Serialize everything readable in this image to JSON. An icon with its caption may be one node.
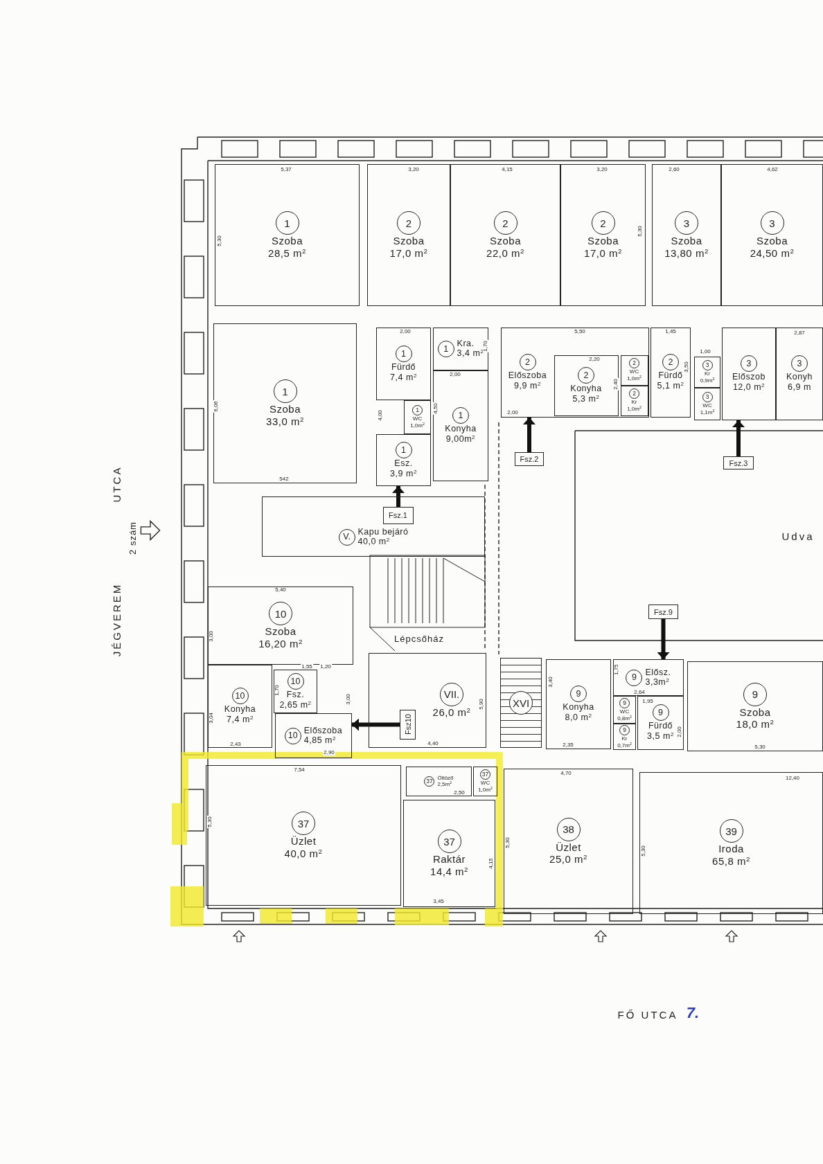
{
  "diagram": {
    "nodes": [
      {
        "text": [
          "1",
          "Szoba",
          "28,5 m$^{2}$"
        ]
      },
      {
        "text": [
          "2",
          "Szoba",
          "17,0 m$^{2}$"
        ]
      },
      {
        "text": [
          "2",
          "Szoba",
          "22,0 m$^{2}$"
        ]
      },
      {
        "text": [
          "2",
          "Szoba",
          "17,0 m$^{2}$"
        ]
      },
      {
        "text": [
          "3",
          "Szoba",
          "13,80 m$^{2}$"
        ]
      },
      {
        "text": [
          "3",
          "Szoba",
          "24,50 m$^{2}$"
        ]
      },
      {
        "text": [
          "1",
          "Szoba",
          "33,0 m$^{2}$"
        ]
      },
      {
        "text": [
          "1",
          "Fürdő",
          "7,4 m$^{2}$"
        ]
      },
      {
        "text": [
          "1",
          "Kra.",
          "3,4 m$^{2}$"
        ]
      },
      {
        "text": [
          "1",
          "WC",
          "1,0m$^{2}$"
        ]
      },
      {
        "text": [
          "1",
          "Konyha",
          "9,00m$^{2}$"
        ]
      },
      {
        "text": [
          "1",
          "Esz.",
          "3,9 m$^{2}$"
        ]
      },
      {
        "text": [
          "2",
          "Előszoba",
          "9,9 m$^{2}$"
        ]
      },
      {
        "text": [
          "2",
          "Konyha",
          "5,3 m$^{2}$"
        ],
        "in": 12
      },
      {
        "text": [
          "2",
          "WC",
          "1,0m$^{2}$"
        ],
        "in": 12
      },
      {
        "text": [
          "2",
          "Kr",
          "1,0m$^{2}$"
        ],
        "in": 12
      },
      {
        "text": [
          "2",
          "Fürdő",
          "5,1 m$^{2}$"
        ]
      },
      {
        "text": [
          "3",
          "Előszob",
          "12,0 m$^{2}$"
        ]
      },
      {
        "text": [
          "3",
          "Kr",
          "0,9m$^{2}$"
        ]
      },
      {
        "text": [
          "3",
          "WC",
          "1,1m$^{2}$"
        ]
      },
      {
        "text": [
          "3",
          "Konyh",
          "6,9 m"
        ]
      },
      {
        "text": [
          "V.",
          "Kapu bejáró",
          "40,0 m$^{2}$"
        ]
      },
      {
        "text": [
          "10",
          "Szoba",
          "16,20 m$^{2}$"
        ]
      },
      {
        "text": [
          "10",
          "Konyha",
          "7,4 m$^{2}$"
        ]
      },
      {
        "text": [
          "10",
          "Fsz.",
          "2,65 m$^{2}$"
        ]
      },
      {
        "text": [
          "10",
          "Előszoba",
          "4,85 m$^{2}$"
        ]
      },
      {
        "text": [
          "VII.",
          "26,0 m$^{2}$"
        ]
      },
      {
        "text": [
          "XVI"
        ]
      },
      {
        "text": [
          "9",
          "Konyha",
          "8,0 m$^{2}$"
        ]
      },
      {
        "text": [
          "9",
          "Elősz.",
          "3,3m$^{2}$"
        ]
      },
      {
        "text": [
          "9",
          "WC",
          "0,8m$^{2}$"
        ]
      },
      {
        "text": [
          "9",
          "Kr",
          "0,7m$^{2}$"
        ]
      },
      {
        "text": [
          "9",
          "Fürdő",
          "3,5 m$^{2}$"
        ]
      },
      {
        "text": [
          "9",
          "Szoba",
          "18,0 m$^{2}$"
        ]
      },
      {
        "text": [
          "37",
          "Üzlet",
          "40,0 m$^{2}$"
        ]
      },
      {
        "text": [
          "37",
          "Öltöző",
          "2,5m$^{2}$"
        ]
      },
      {
        "text": [
          "37",
          "WC",
          "1,0m$^{2}$"
        ]
      },
      {
        "text": [
          "37",
          "Raktár",
          "14,4 m$^{2}$"
        ]
      },
      {
        "text": [
          "38",
          "Üzlet",
          "25,0 m$^{2}$"
        ]
      },
      {
        "text": [
          "39",
          "Iroda",
          "65,8 m$^{2}$"
        ]
      },
      {
        "text": [
          "Fsz.1"
        ],
        "in": 21
      },
      {
        "text": [
          "Fsz.2"
        ]
      },
      {
        "text": [
          "Fsz.3"
        ]
      },
      {
        "text": [
          "Fsz.9"
        ]
      },
      {
        "text": [
          "Fsz10"
        ],
        "in": 26
      }
    ],
    "edges": [
      {
        "from": 40,
        "to": 11,
        "arrow": "to"
      },
      {
        "from": 41,
        "to": 12,
        "arrow": "to"
      },
      {
        "from": 42,
        "to": 17,
        "arrow": "to"
      },
      {
        "from": 43,
        "to": 29,
        "arrow": "to"
      },
      {
        "from": 44,
        "to": 25,
        "arrow": "to"
      }
    ],
    "labels": [
      "5,37",
      "3,20",
      "4,15",
      "3,20",
      "2,60",
      "4,62",
      "5,30",
      "5,30",
      "2,00",
      "1,70",
      "2,00",
      "5,50",
      "1,45",
      "2,20",
      "1,00",
      "3,50",
      "2,87",
      "2,40",
      "6,06",
      "4,00",
      "4,50",
      "2,00",
      "542",
      "UTCA",
      "2 szám",
      "Udva",
      "JÉGVEREM",
      "5,40",
      "3,00",
      "Lépcsőház",
      "1,55",
      "1,20",
      "1,70",
      "3,00",
      "5,90",
      "3,40",
      "1,75",
      "2,64",
      "1,95",
      "3,04",
      "2,00",
      "2,43",
      "2,90",
      "4,40",
      "2,35",
      "5,30",
      "7,54",
      "4,70",
      "12,40",
      "2,50",
      "5,30",
      "5,30",
      "5,30",
      "4,15",
      "3,45",
      "FŐ UTCA",
      "7."
    ]
  }
}
